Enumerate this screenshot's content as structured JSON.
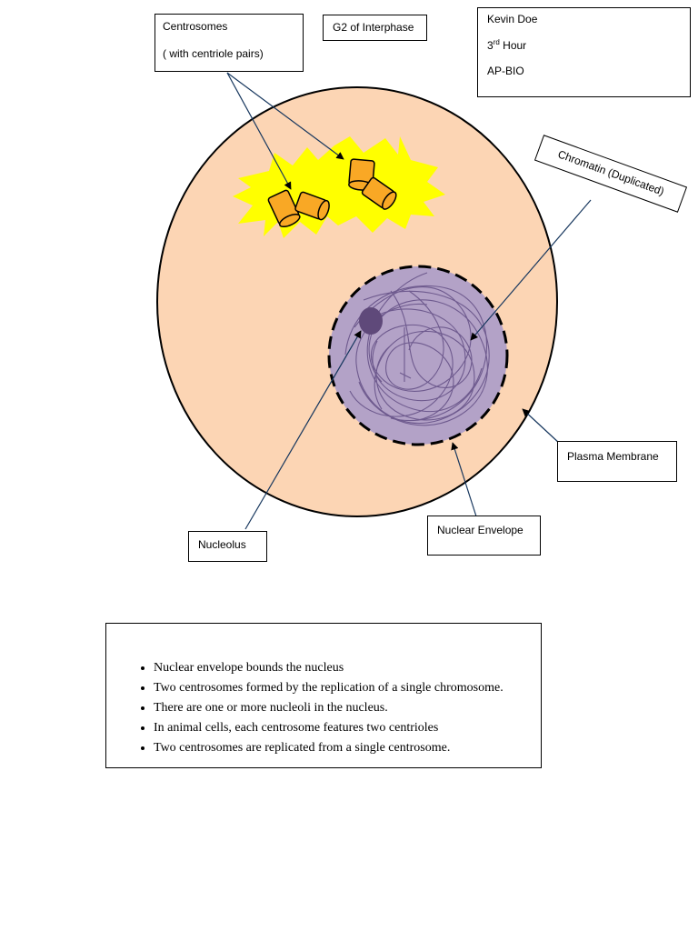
{
  "labels": {
    "centrosomes_title": "Centrosomes",
    "centrosomes_sub": "( with centriole pairs)",
    "phase": "G2 of Interphase",
    "chromatin": "Chromatin (Duplicated)",
    "plasma_membrane": "Plasma Membrane",
    "nucleolus": "Nucleolus",
    "nuclear_envelope": "Nuclear Envelope"
  },
  "student": {
    "name": "Kevin Doe",
    "hour_number": "3",
    "hour_suffix": "rd",
    "hour_word": " Hour",
    "course": "AP-BIO"
  },
  "facts": [
    "Nuclear envelope bounds the nucleus",
    "Two centrosomes formed by the replication of a single chromosome.",
    "There are one or more nucleoli in the nucleus.",
    "In animal cells, each centrosome features two centrioles",
    "Two centrosomes are replicated from a single centrosome."
  ],
  "colors": {
    "cytoplasm": "#fcd5b4",
    "nucleus": "#b3a2c7",
    "nucleolus": "#5f497a",
    "chromatin": "#6e5a8e",
    "centrosome_glow": "#ffff00",
    "centriole": "#f9a825"
  }
}
